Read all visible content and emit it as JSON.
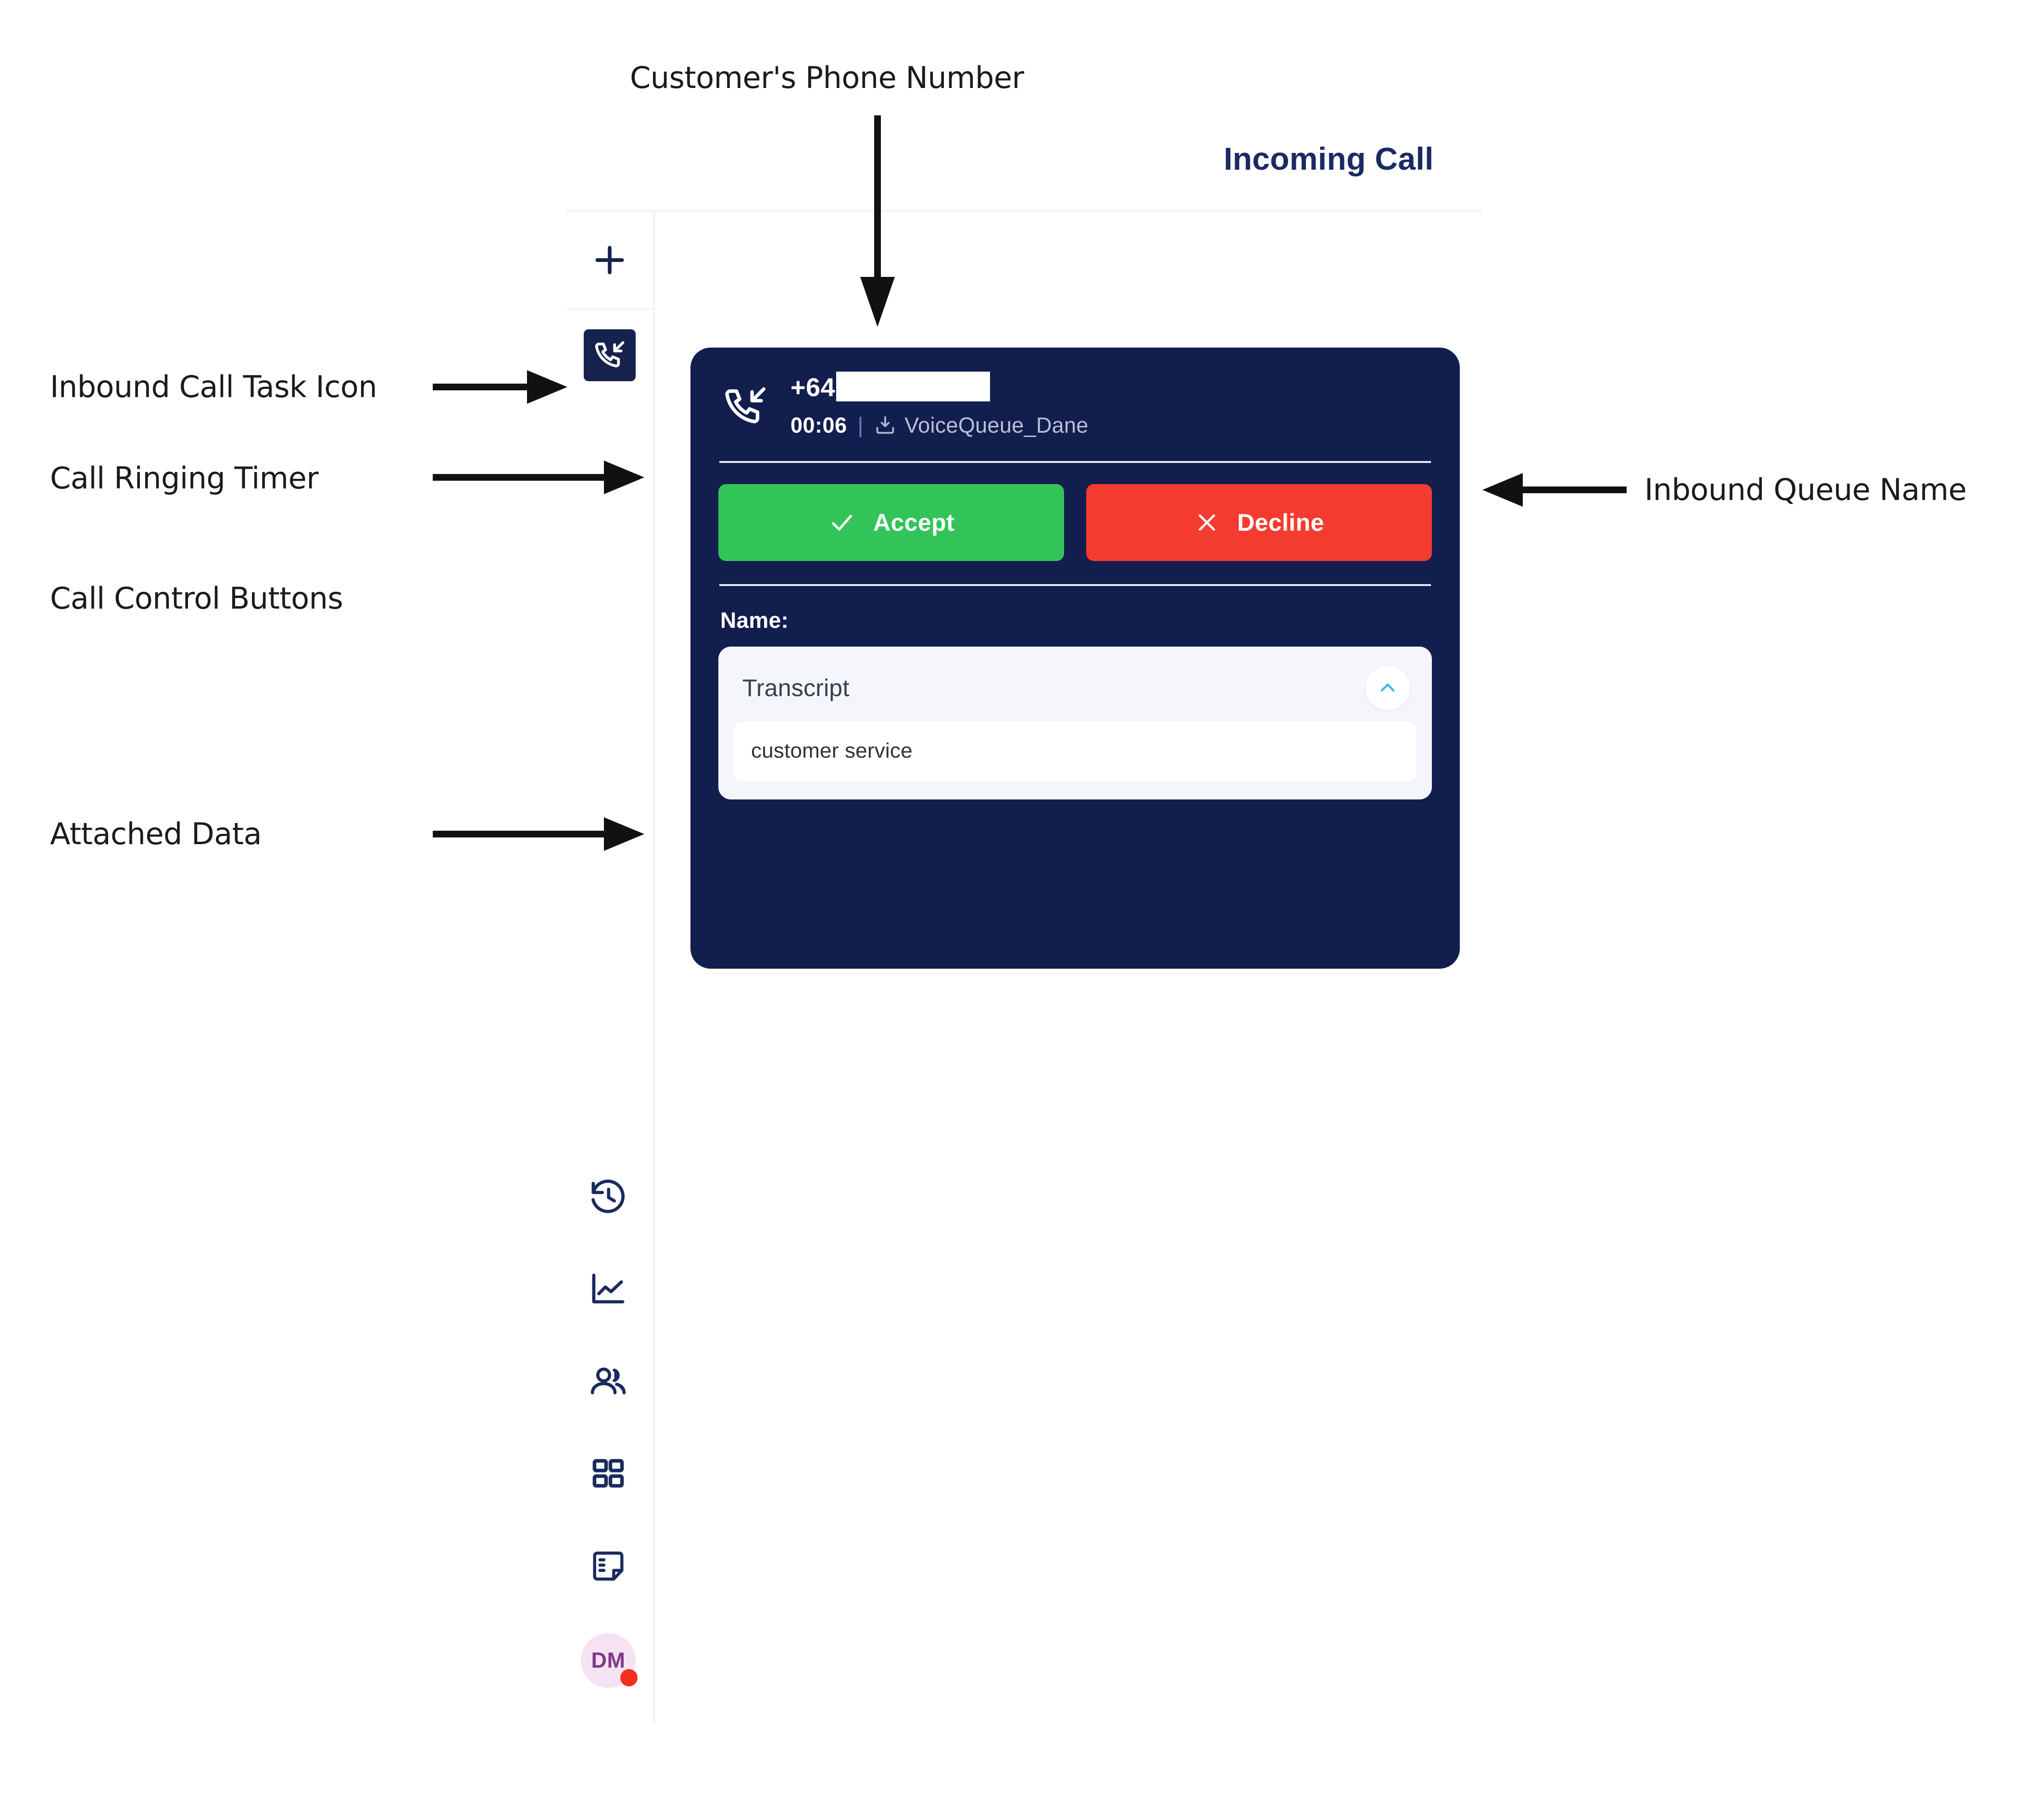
{
  "header": {
    "title": "Incoming Call"
  },
  "annotations": [
    {
      "id": "customers-phone-number",
      "label": "Customer's Phone Number"
    },
    {
      "id": "inbound-call-task-icon",
      "label": "Inbound Call Task Icon"
    },
    {
      "id": "call-ringing-timer",
      "label": "Call Ringing Timer"
    },
    {
      "id": "call-control-buttons",
      "label": "Call Control Buttons"
    },
    {
      "id": "attached-data",
      "label": "Attached Data"
    },
    {
      "id": "inbound-queue-name",
      "label": "Inbound Queue Name"
    }
  ],
  "sidebar": {
    "add_icon": "plus-icon",
    "task_icon": "inbound-call-icon",
    "items": [
      {
        "name": "history",
        "icon": "clock-rewind-icon"
      },
      {
        "name": "analytics",
        "icon": "line-chart-icon"
      },
      {
        "name": "contacts",
        "icon": "people-icon"
      },
      {
        "name": "apps",
        "icon": "grid-apps-icon"
      },
      {
        "name": "notes",
        "icon": "note-card-icon"
      }
    ],
    "avatar": {
      "initials": "DM",
      "presence_color": "#f5301e",
      "background_color": "#f6e2f2"
    }
  },
  "call_card": {
    "direction_icon": "inbound-call-icon",
    "phone_number_prefix": "+64",
    "phone_number_redacted": true,
    "timer": "00:06",
    "separator": "|",
    "queue_icon": "inbox-download-icon",
    "queue_name": "VoiceQueue_Dane",
    "accept_label": "Accept",
    "accept_icon": "check-icon",
    "accept_color": "#33c459",
    "decline_label": "Decline",
    "decline_icon": "close-icon",
    "decline_color": "#f43b2f",
    "attached_data_label": "Name:",
    "card_color": "#121e4e",
    "transcript": {
      "title": "Transcript",
      "collapse_icon": "chevron-up-icon",
      "value": "customer service"
    }
  }
}
